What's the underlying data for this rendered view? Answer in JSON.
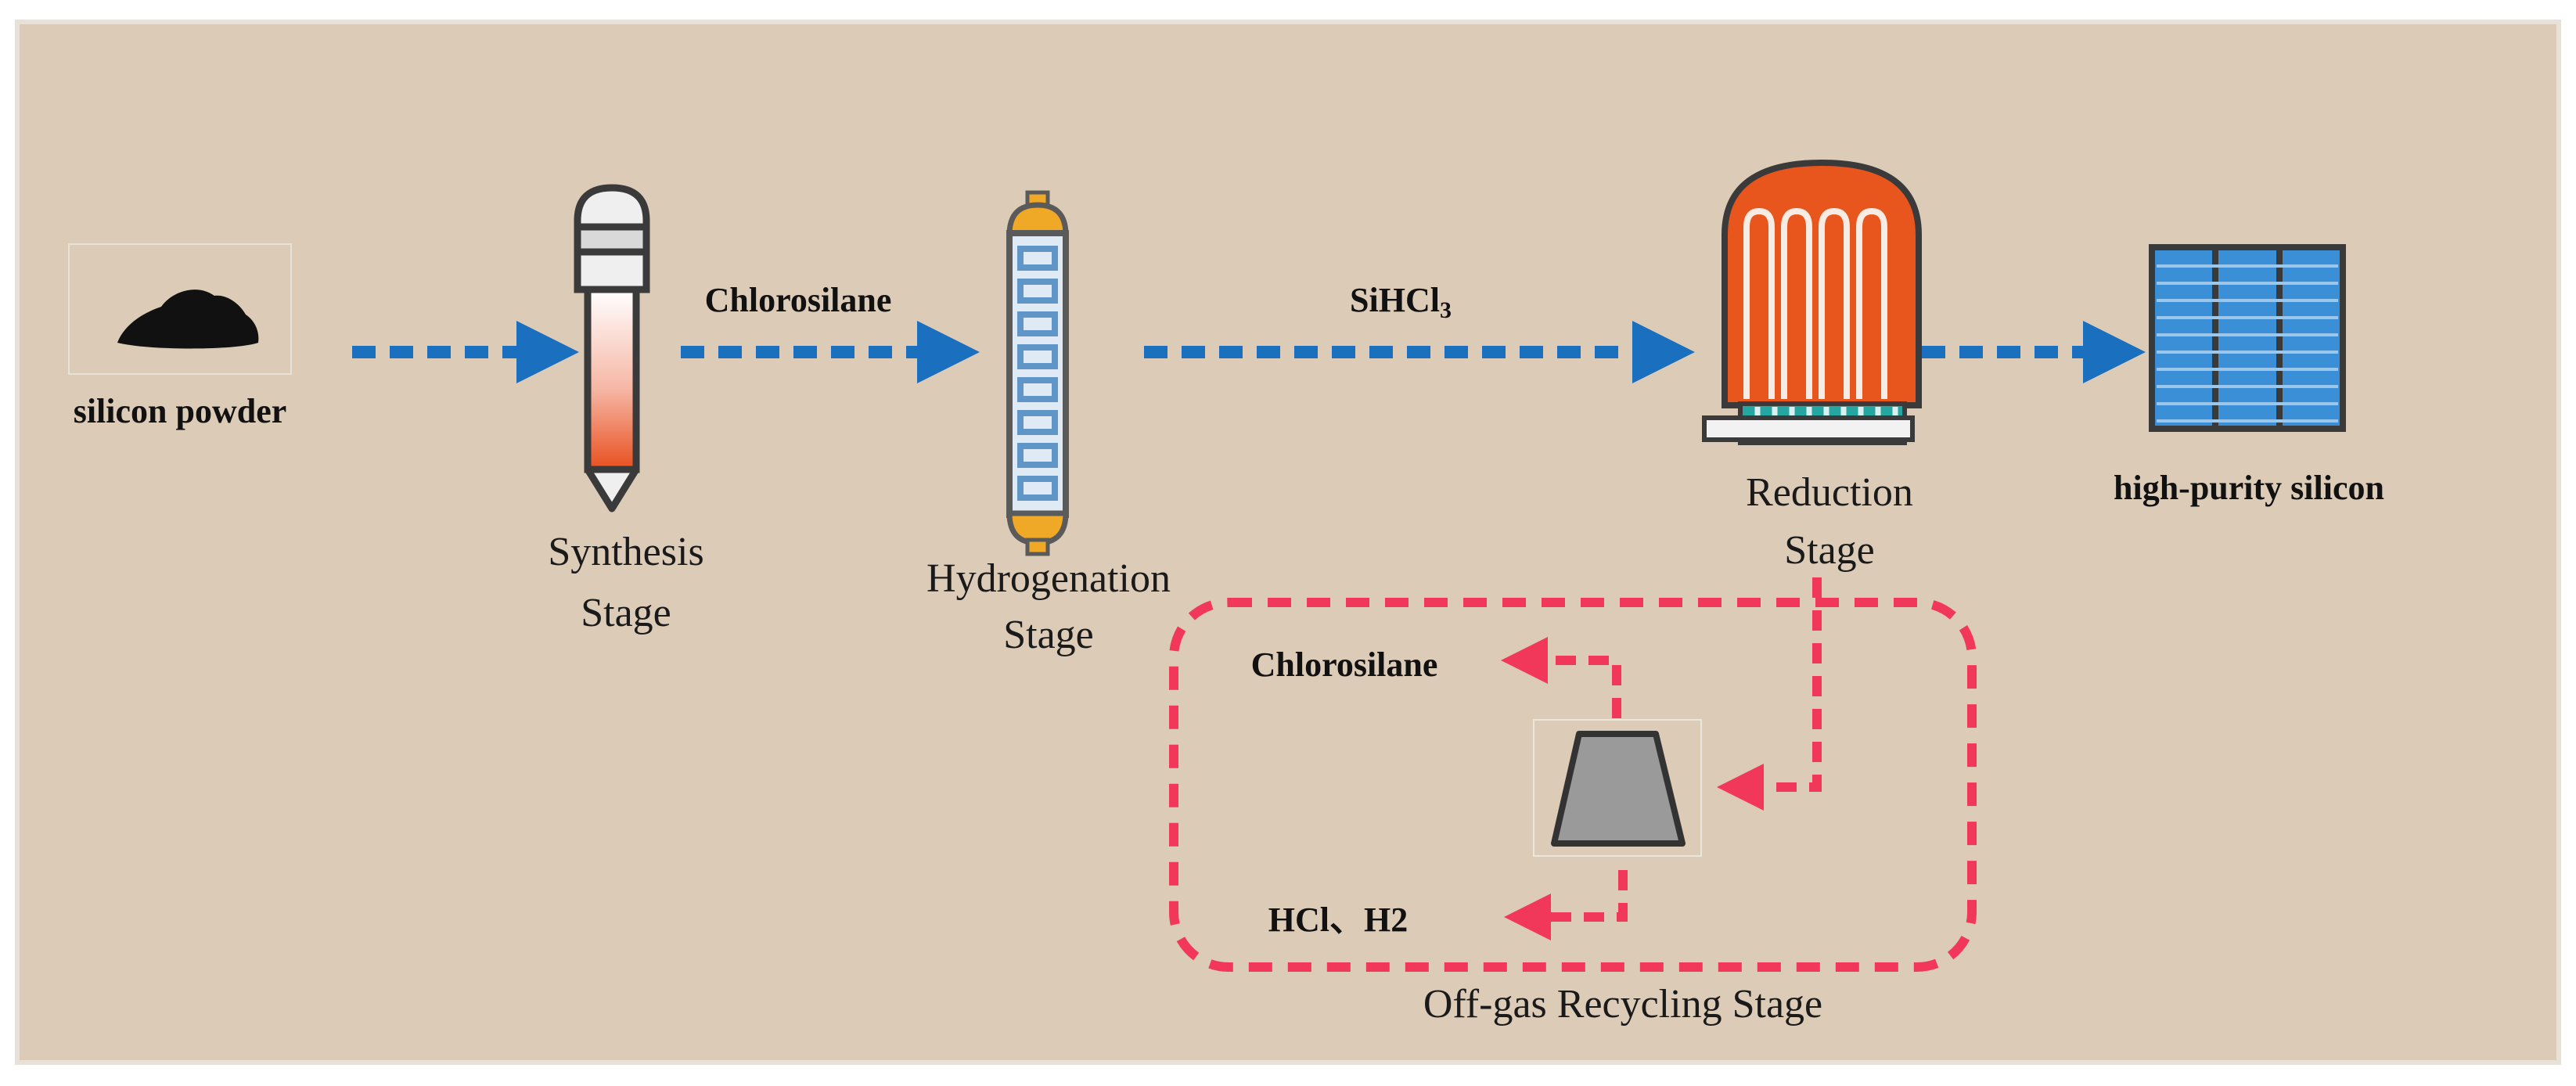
{
  "colors": {
    "background": "#dccbb7",
    "frame_border": "#e8e1d8",
    "main_flow_arrow": "#1a6fbf",
    "recycle_loop": "#f2385a",
    "reactor_dome": "#e8561e",
    "solar_panel": "#3a8fd6",
    "compressor": "#9a9a9a"
  },
  "nodes": {
    "silicon_powder": {
      "label": "silicon powder",
      "icon": "powder-pile-icon"
    },
    "synthesis": {
      "label_line1": "Synthesis",
      "label_line2": "Stage",
      "icon": "synthesis-reactor-icon"
    },
    "hydrogenation": {
      "label_line1": "Hydrogenation",
      "label_line2": "Stage",
      "icon": "hydrogenation-column-icon"
    },
    "reduction": {
      "label_line1": "Reduction",
      "label_line2": "Stage",
      "icon": "reduction-furnace-icon"
    },
    "high_purity_silicon": {
      "label": "high-purity silicon",
      "icon": "solar-panel-icon"
    },
    "offgas": {
      "label": "Off-gas Recycling Stage",
      "icon": "compressor-icon"
    }
  },
  "flow_labels": {
    "chlorosilane_main": "Chlorosilane",
    "sihcl3_base": "SiHCl",
    "sihcl3_subscript": "3",
    "chlorosilane_recycle": "Chlorosilane",
    "hcl_h2": "HCl、H2"
  }
}
